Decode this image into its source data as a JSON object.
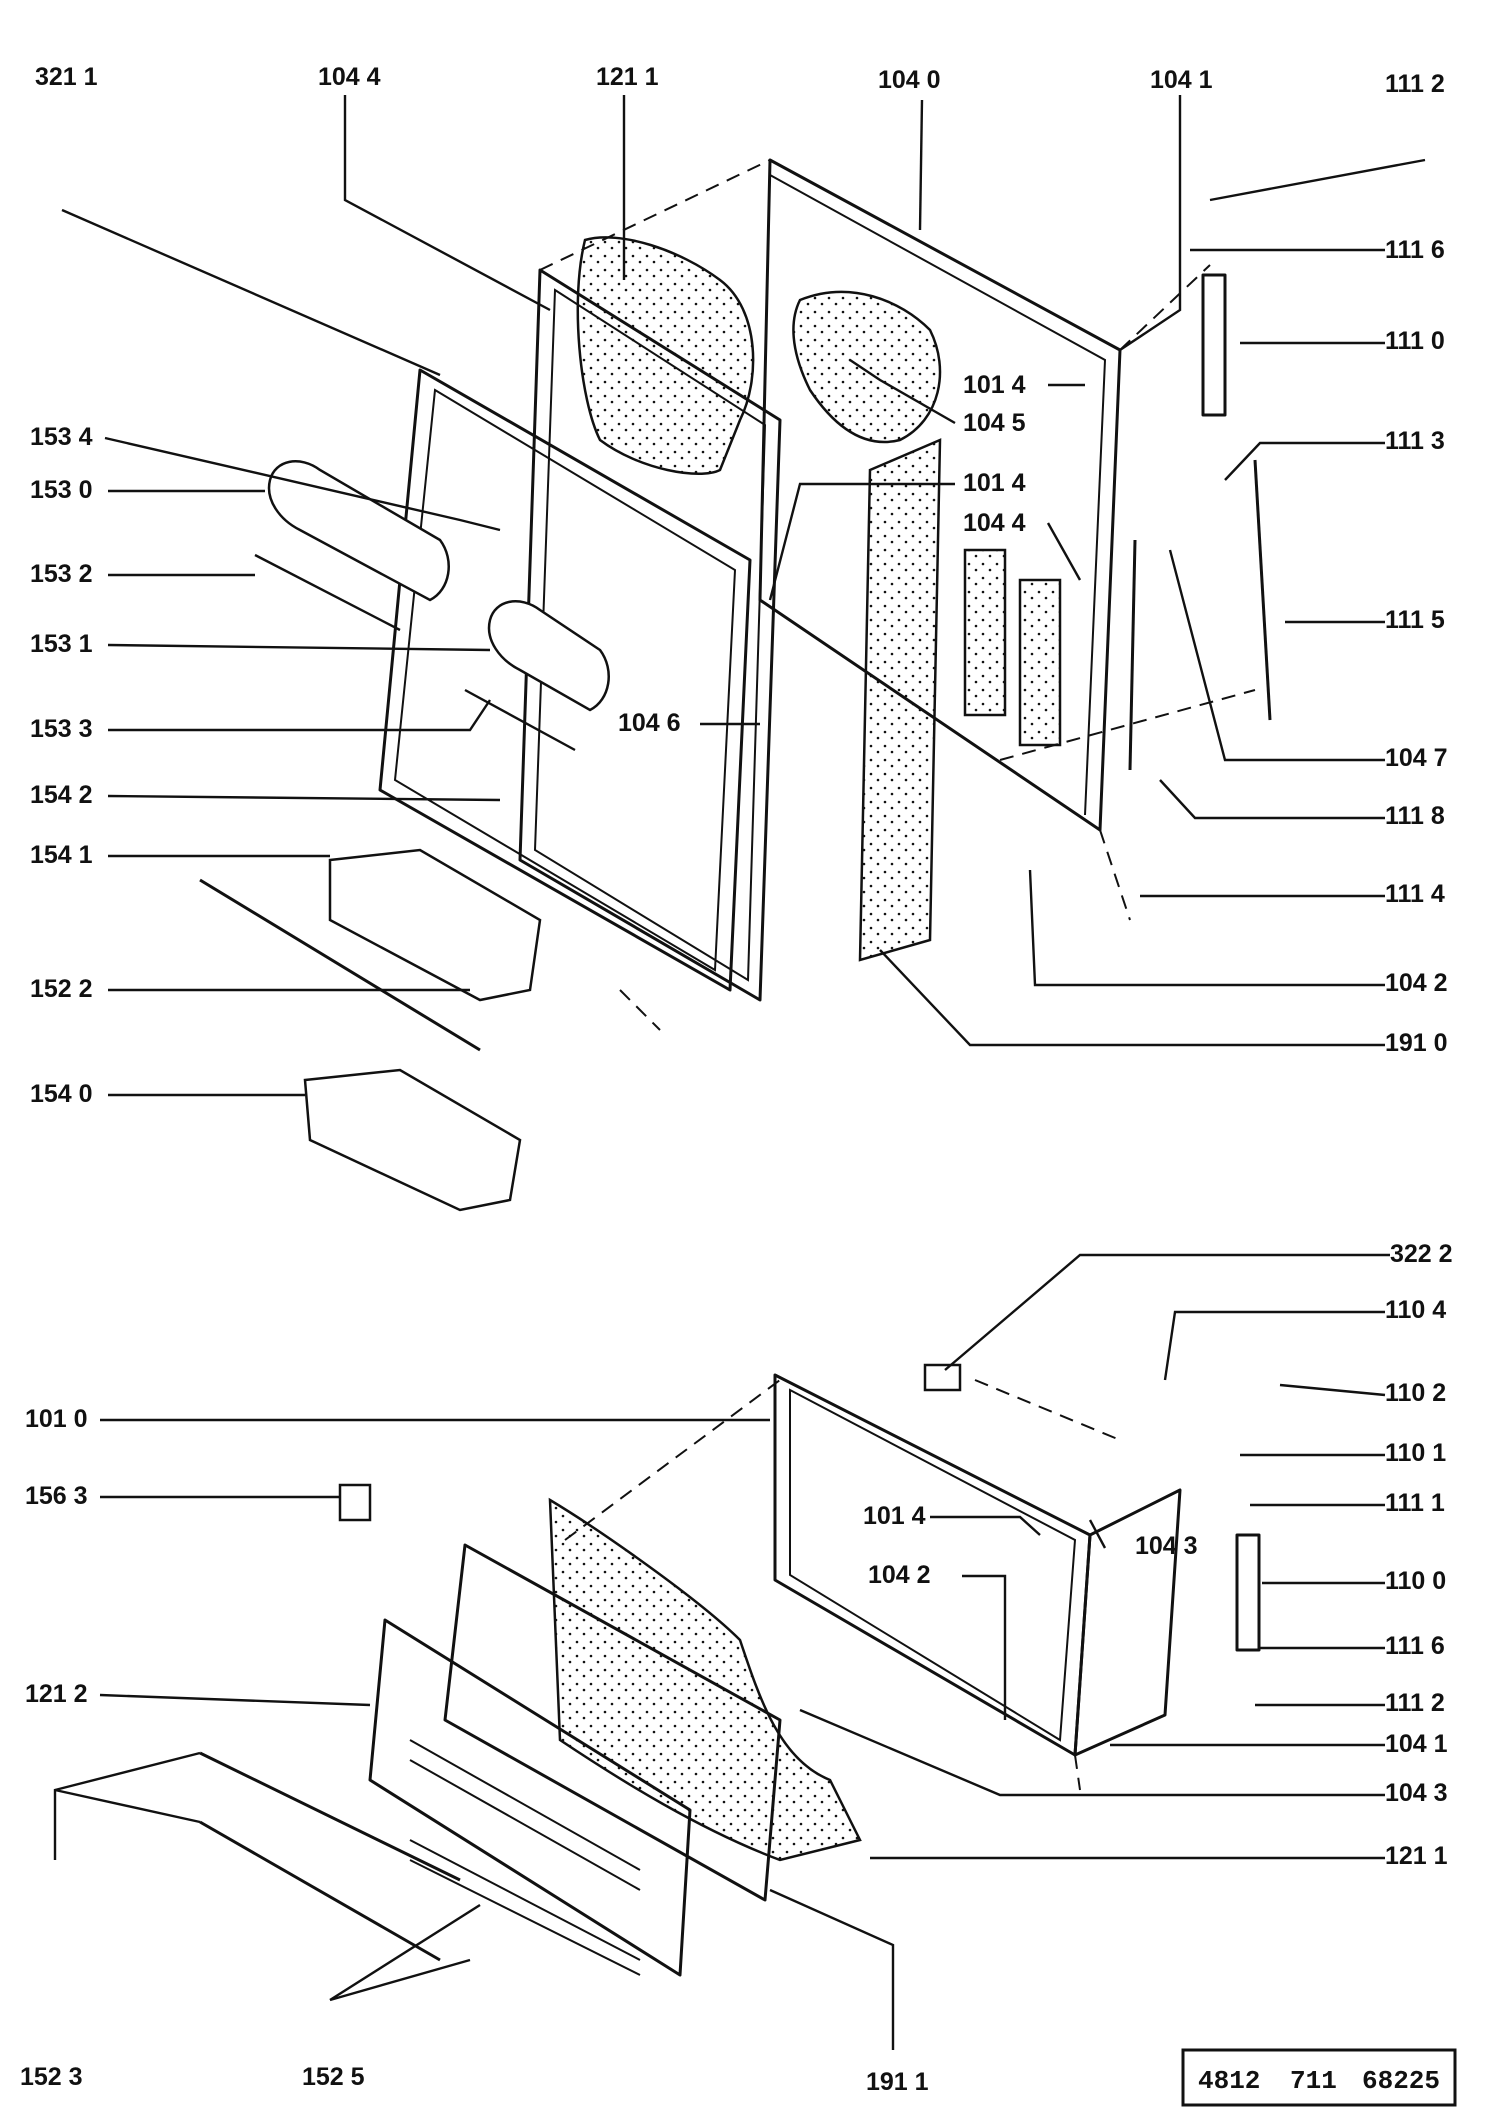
{
  "labels": {
    "l3211": "321 1",
    "l1044a": "104 4",
    "l1211a": "121 1",
    "l1040": "104 0",
    "l1041a": "104 1",
    "l1112a": "111 2",
    "l1116a": "111 6",
    "l1110": "111 0",
    "l1014a": "101 4",
    "l1045": "104 5",
    "l1534": "153 4",
    "l1113": "111 3",
    "l1530": "153 0",
    "l1014b": "101 4",
    "l1044b": "104 4",
    "l1532": "153 2",
    "l1115": "111 5",
    "l1531": "153 1",
    "l1533": "153 3",
    "l1046": "104 6",
    "l1047": "104 7",
    "l1542": "154 2",
    "l1118": "111 8",
    "l1541": "154 1",
    "l1114": "111 4",
    "l1522": "152 2",
    "l1042a": "104 2",
    "l1910": "191 0",
    "l1540": "154 0",
    "l3222": "322 2",
    "l1104": "110 4",
    "l1102": "110 2",
    "l1010": "101 0",
    "l1101": "110 1",
    "l1563": "156 3",
    "l1111": "111 1",
    "l1014c": "101 4",
    "l1043a": "104 3",
    "l1042b": "104 2",
    "l1100": "110 0",
    "l1116b": "111 6",
    "l1212": "121 2",
    "l1112b": "111 2",
    "l1041b": "104 1",
    "l1043b": "104 3",
    "l1211b": "121 1",
    "l1523": "152 3",
    "l1525": "152 5",
    "l1911": "191 1"
  },
  "code_box": {
    "part1": "4812",
    "part2": "711",
    "part3": "68225"
  }
}
